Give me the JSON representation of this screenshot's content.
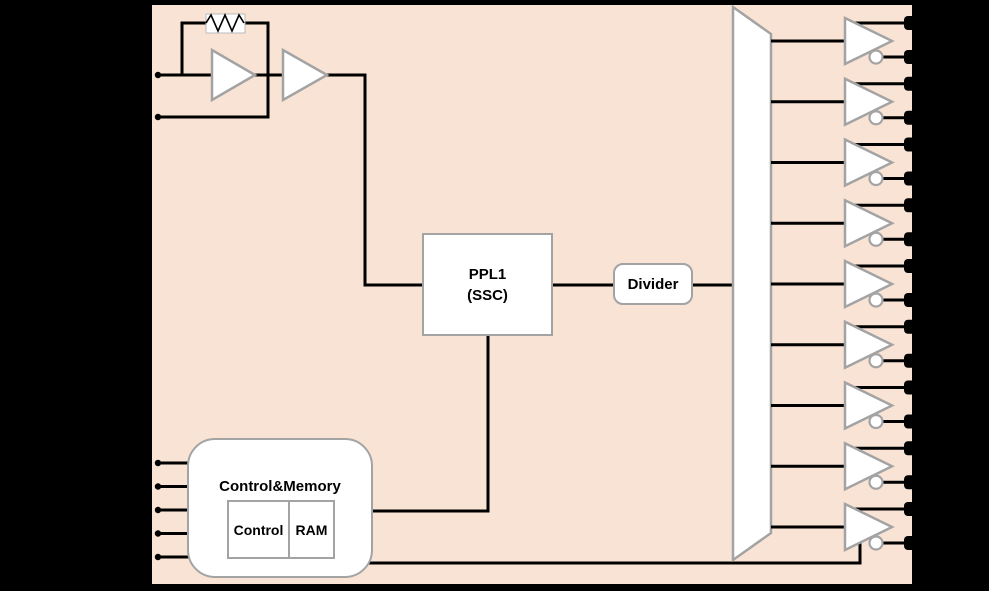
{
  "diagram": {
    "blocks": {
      "pll": {
        "line1": "PPL1",
        "line2": "(SSC)"
      },
      "divider": {
        "label": "Divider"
      },
      "control_memory": {
        "title": "Control&Memory",
        "control": "Control",
        "ram": "RAM"
      }
    },
    "pins": {
      "top_left_inputs": 2,
      "bottom_left_inputs": 5,
      "right_outputs": 18
    },
    "output_buffers": {
      "count": 9,
      "outputs_per_buffer": 2
    },
    "colors": {
      "background": "#000000",
      "chip_fill": "#f9e3d5",
      "chip_border": "#000000",
      "shape_fill": "#ffffff",
      "shape_border": "#a3a3a3",
      "wire": "#000000"
    }
  }
}
